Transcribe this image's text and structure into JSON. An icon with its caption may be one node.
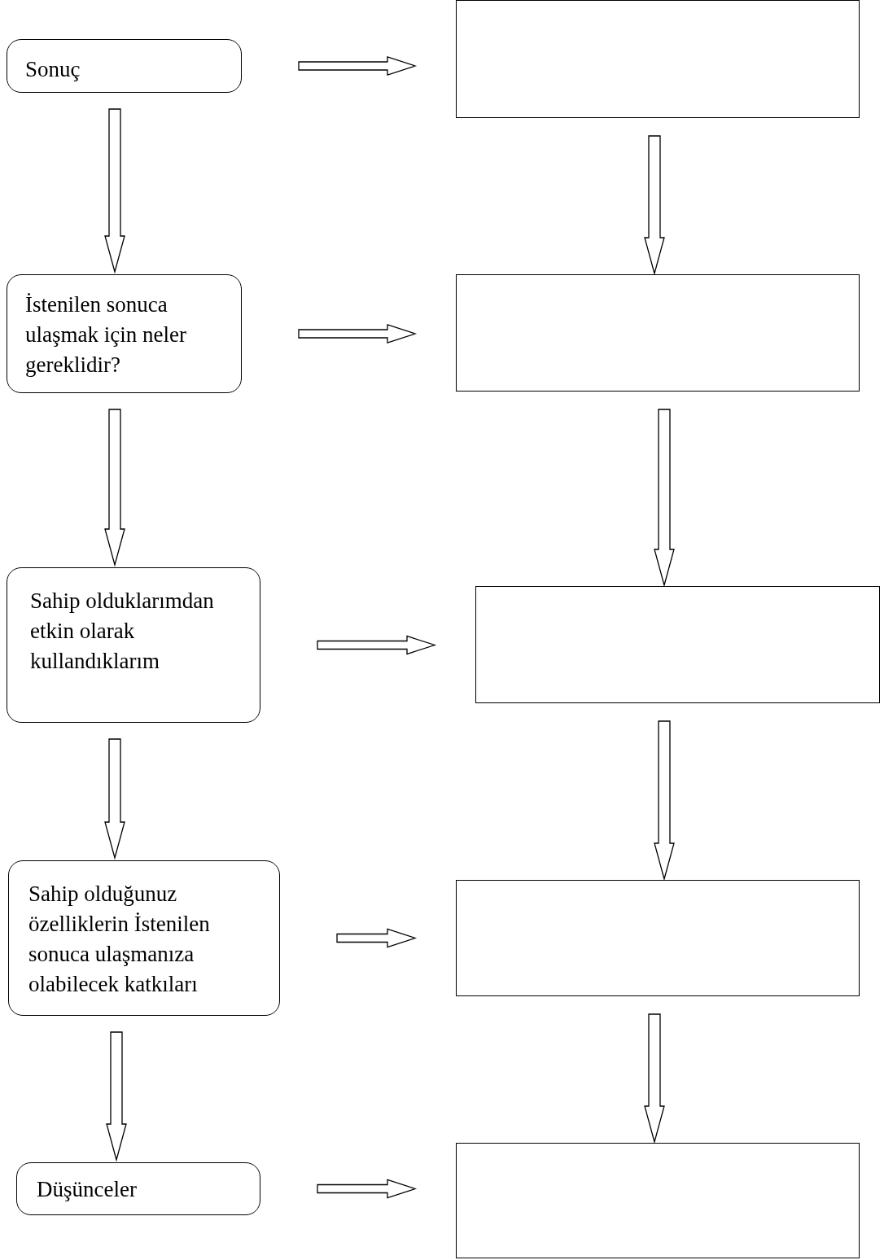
{
  "diagram": {
    "nodes": [
      {
        "text": [
          "Sonuç"
        ]
      },
      {
        "text": [],
        "shape": "box"
      },
      {
        "text": [
          "İstenilen sonuca ulaşmak için neler gereklidir?"
        ]
      },
      {
        "text": [],
        "shape": "box"
      },
      {
        "text": [
          "Sahip olduklarımdan etkin olarak kullandıklarım"
        ]
      },
      {
        "text": [],
        "shape": "box"
      },
      {
        "text": [
          "Sahip olduğunuz özelliklerin İstenilen sonuca ulaşmanıza olabilecek katkıları"
        ]
      },
      {
        "text": [],
        "shape": "box"
      },
      {
        "text": [
          "Düşünceler"
        ]
      },
      {
        "text": [],
        "shape": "box"
      }
    ],
    "edges": [
      {
        "from": 0,
        "to": 1,
        "arrow": "to"
      },
      {
        "from": 1,
        "to": 3,
        "arrow": "to"
      },
      {
        "from": 0,
        "to": 2,
        "arrow": "to"
      },
      {
        "from": 2,
        "to": 3,
        "arrow": "to"
      },
      {
        "from": 3,
        "to": 5,
        "arrow": "to"
      },
      {
        "from": 2,
        "to": 4,
        "arrow": "to"
      },
      {
        "from": 4,
        "to": 5,
        "arrow": "to"
      },
      {
        "from": 5,
        "to": 7,
        "arrow": "to"
      },
      {
        "from": 4,
        "to": 6,
        "arrow": "to"
      },
      {
        "from": 6,
        "to": 7,
        "arrow": "to"
      },
      {
        "from": 7,
        "to": 9,
        "arrow": "to"
      },
      {
        "from": 6,
        "to": 8,
        "arrow": "to"
      },
      {
        "from": 8,
        "to": 9,
        "arrow": "to"
      }
    ]
  }
}
